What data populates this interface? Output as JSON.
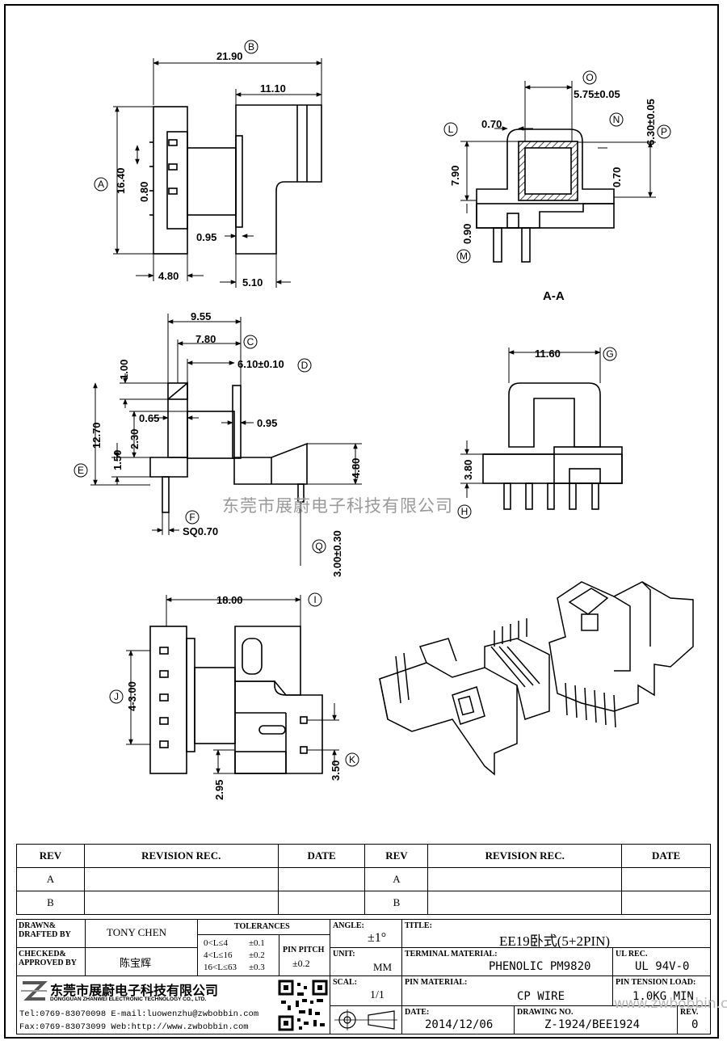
{
  "dimensions": {
    "b_21_90": "21.90",
    "b_11_10": "11.10",
    "a_16_40": "16.40",
    "a_0_80": "0.80",
    "a_0_95": "0.95",
    "a_4_80": "4.80",
    "a_5_10": "5.10",
    "o_575": "5.75±0.05",
    "p_630": "6.30±0.05",
    "l_0_70": "0.70",
    "l_7_90": "7.90",
    "n_0_70": "0.70",
    "m_0_90": "0.90",
    "c_9_55": "9.55",
    "c_7_80": "7.80",
    "d_610": "6.10±0.10",
    "c_1_00": "1.00",
    "e_12_70": "12.70",
    "c_0_65": "0.65",
    "c_2_30": "2.30",
    "c_0_95": "0.95",
    "c_1_50": "1.50",
    "c_4_80": "4.80",
    "f_sq": "SQ0.70",
    "q_300": "3.00±0.30",
    "g_11_60": "11.60",
    "h_3_80": "3.80",
    "i_18_00": "18.00",
    "j_4x3": "4-3.00",
    "k_3_50": "3.50",
    "k_2_95": "2.95"
  },
  "markers": [
    "A",
    "B",
    "C",
    "D",
    "E",
    "F",
    "G",
    "H",
    "I",
    "J",
    "K",
    "L",
    "M",
    "N",
    "O",
    "P",
    "Q"
  ],
  "section_label": "A-A",
  "watermark": "东莞市展蔚电子科技有限公司",
  "revision_table": {
    "headers": [
      "REV",
      "REVISION REC.",
      "DATE",
      "REV",
      "REVISION REC.",
      "DATE"
    ],
    "rows": [
      [
        "A",
        "",
        "",
        "A",
        "",
        ""
      ],
      [
        "B",
        "",
        "",
        "B",
        "",
        ""
      ]
    ]
  },
  "title_block": {
    "drawn_caption": "DRAWN&\nDRAFTED BY",
    "drawn_value": "TONY CHEN",
    "checked_caption": "CHECKED&\nAPPROVED BY",
    "checked_value": "陈宝辉",
    "tolerances_caption": "TOLERANCES",
    "tol_1": "0<L≤4",
    "tol_1v": "±0.1",
    "tol_2": "4<L≤16",
    "tol_2v": "±0.2",
    "tol_3": "16<L≤63",
    "tol_3v": "±0.3",
    "pin_pitch_caption": "PIN PITCH",
    "pin_pitch_value": "±0.2",
    "angle_caption": "ANGLE:",
    "angle_value": "±1°",
    "unit_caption": "UNIT:",
    "unit_value": "MM",
    "scale_caption": "SCAL:",
    "scale_value": "1/1",
    "title_caption": "TITLE:",
    "title_value": "EE19卧式(5+2PIN)",
    "terminal_caption": "TERMINAL MATERIAL:",
    "terminal_value": "PHENOLIC PM9820",
    "ul_caption": "UL REC.",
    "ul_value": "UL 94V-0",
    "pin_material_caption": "PIN MATERIAL:",
    "pin_material_value": "CP WIRE",
    "tension_caption": "PIN TENSION LOAD:",
    "tension_value": "1.0KG MIN",
    "date_caption": "DATE:",
    "date_value": "2014/12/06",
    "drawing_caption": "DRAWING NO.",
    "drawing_value": "Z-1924/BEE1924",
    "rev_caption": "REV.",
    "rev_value": "0",
    "company_cn": "东莞市展蔚电子科技有限公司",
    "company_en": "DONGGUAN ZHANWEI ELECTRONIC TECHNOLOGY CO., LTD.",
    "tel": "Tel:0769-83070098 E-mail:luowenzhu@zwbobbin.com",
    "fax": "Fax:0769-83073099   Web:http://www.zwbobbin.com",
    "web_watermark": "www.zwbobbin.com"
  }
}
